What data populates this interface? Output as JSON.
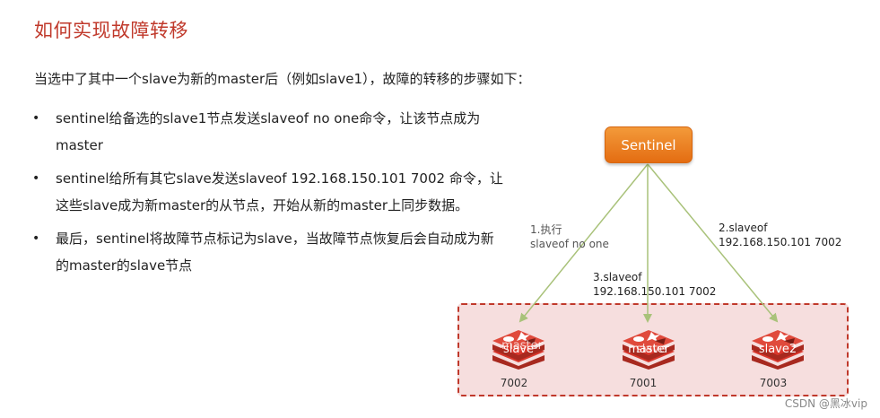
{
  "title": "如何实现故障转移",
  "intro": "当选中了其中一个slave为新的master后（例如slave1），故障的转移的步骤如下：",
  "bullets": [
    "sentinel给备选的slave1节点发送slaveof no one命令，让该节点成为master",
    "sentinel给所有其它slave发送slaveof 192.168.150.101 7002 命令，让这些slave成为新master的从节点，开始从新的master上同步数据。",
    "最后，sentinel将故障节点标记为slave，当故障节点恢复后会自动成为新的master的slave节点"
  ],
  "bullet_glyph": "•",
  "diagram": {
    "sentinel_label": "Sentinel",
    "step1_line1": "1.执行",
    "step1_line2": "slaveof no one",
    "step2_line1": "2.slaveof",
    "step2_line2": "192.168.150.101 7002",
    "step3_line1": "3.slaveof",
    "step3_line2": "192.168.150.101 7002",
    "nodes": [
      {
        "label_a": "slave",
        "label_b": "master",
        "port": "7002"
      },
      {
        "label_a": "master",
        "label_b": "slave",
        "port": "7001"
      },
      {
        "label_a": "slave2",
        "label_b": "",
        "port": "7003"
      }
    ],
    "colors": {
      "arrow": "#a9c27a",
      "sentinel": "#ec7d1e",
      "redis": "#d9372c",
      "cluster_border": "#c0392b",
      "cluster_fill": "#f6dede"
    }
  },
  "watermark": "CSDN @黑冰vip"
}
